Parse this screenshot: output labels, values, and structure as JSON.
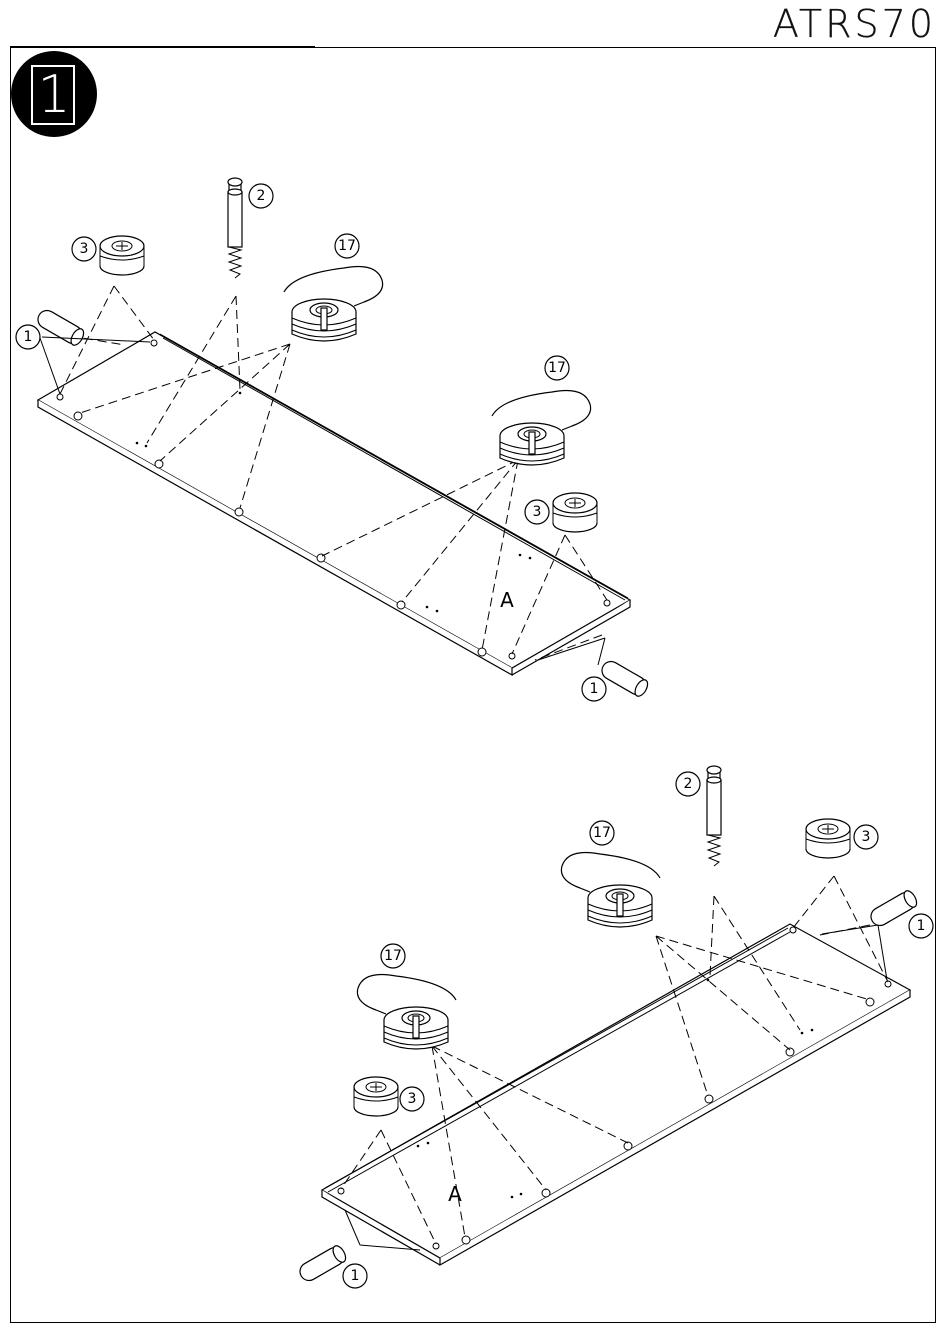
{
  "document": {
    "model_code": "ATRS70",
    "step_number": "1"
  },
  "callouts": {
    "dowel": "1",
    "cam_bolt": "2",
    "cam_lock": "3",
    "connector": "17"
  },
  "panel_mark": "A"
}
